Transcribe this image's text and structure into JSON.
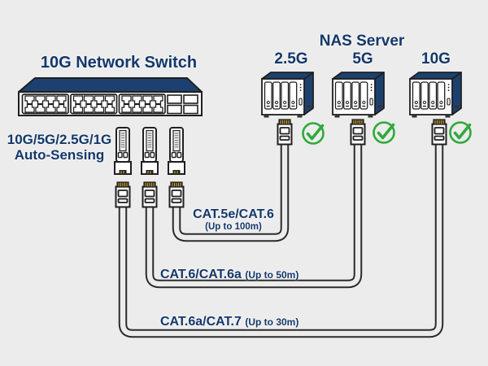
{
  "diagram_title": "10G multi-gigabit switch to NAS cabling diagram",
  "colors": {
    "background": "#ececec",
    "navy_text": "#14386b",
    "navy_device": "#1c4170",
    "outline": "#1f1f1f",
    "device_fill": "#fbfbfb",
    "check_green": "#2faa3c",
    "pin_gold": "#c9a227"
  },
  "switch": {
    "title": "10G Network Switch",
    "auto_sensing_line1": "10G/5G/2.5G/1G",
    "auto_sensing_line2": "Auto-Sensing",
    "port_groups": 3,
    "ports_per_group": 8,
    "uplink_slots": 4
  },
  "nas": {
    "title": "NAS Server",
    "units": [
      {
        "label": "2.5G",
        "status_icon": "check-circle"
      },
      {
        "label": "5G",
        "status_icon": "check-circle"
      },
      {
        "label": "10G",
        "status_icon": "check-circle"
      }
    ]
  },
  "cables": [
    {
      "type": "CAT.5e/CAT.6",
      "range": "(Up to 100m)",
      "connects_to": "2.5G"
    },
    {
      "type": "CAT.6/CAT.6a",
      "range": "(Up to 50m)",
      "connects_to": "5G"
    },
    {
      "type": "CAT.6a/CAT.7",
      "range": "(Up to 30m)",
      "connects_to": "10G"
    }
  ]
}
